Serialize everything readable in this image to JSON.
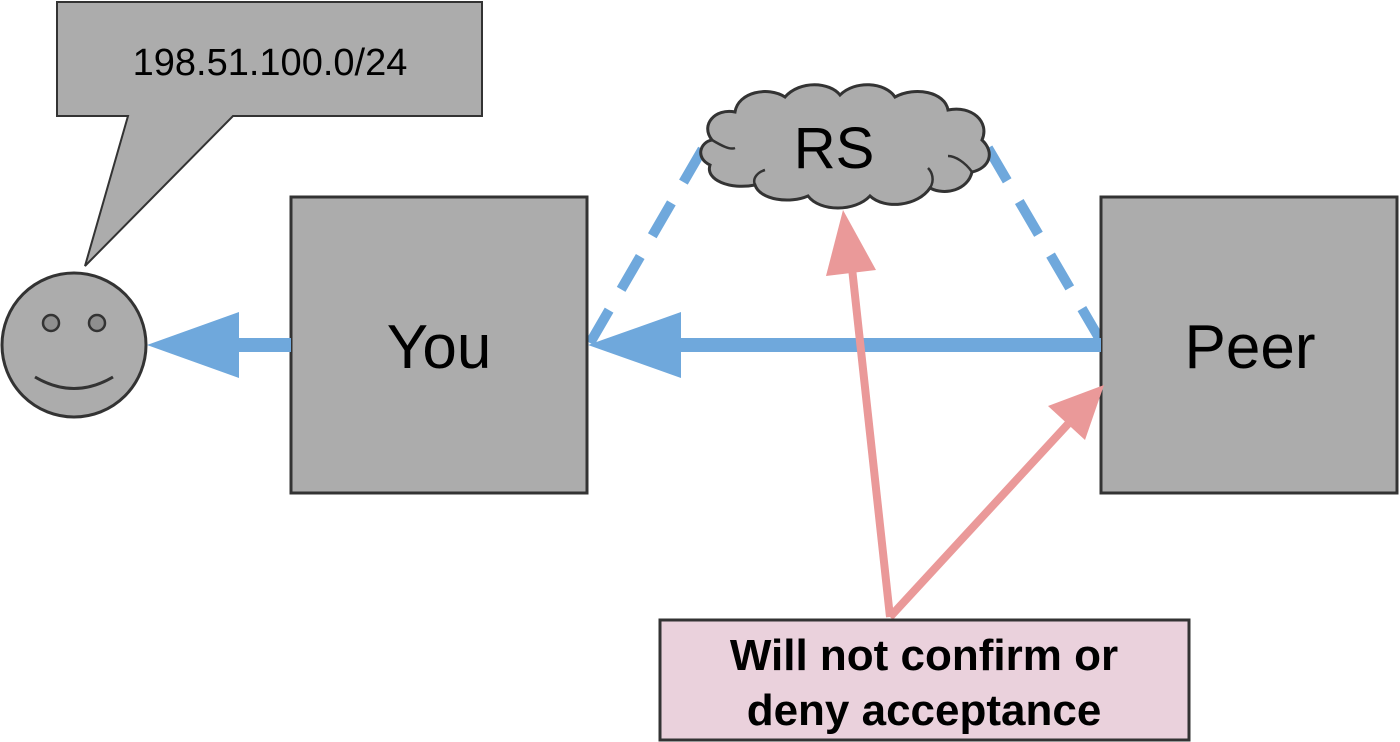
{
  "diagram": {
    "callout": {
      "text": "198.51.100.0/24"
    },
    "cloud": {
      "label": "RS"
    },
    "nodes": {
      "you": {
        "label": "You"
      },
      "peer": {
        "label": "Peer"
      },
      "user": {
        "icon": "smiley-face-icon"
      }
    },
    "note": {
      "line1": "Will not confirm or",
      "line2": "deny acceptance"
    },
    "edges": [
      {
        "from": "peer",
        "to": "you",
        "style": "solid",
        "color": "#6fa8dc"
      },
      {
        "from": "you",
        "to": "user",
        "style": "solid",
        "color": "#6fa8dc"
      },
      {
        "from": "you",
        "to": "rs",
        "style": "dashed",
        "color": "#6fa8dc"
      },
      {
        "from": "rs",
        "to": "peer",
        "style": "dashed",
        "color": "#6fa8dc"
      },
      {
        "from": "note",
        "to": "rs",
        "style": "solid",
        "color": "#ea9999"
      },
      {
        "from": "note",
        "to": "peer",
        "style": "solid",
        "color": "#ea9999"
      }
    ],
    "colors": {
      "shape_fill": "#acacac",
      "shape_stroke": "#333333",
      "blue": "#6fa8dc",
      "red": "#ea9999",
      "note_fill": "#ead1dc"
    }
  }
}
